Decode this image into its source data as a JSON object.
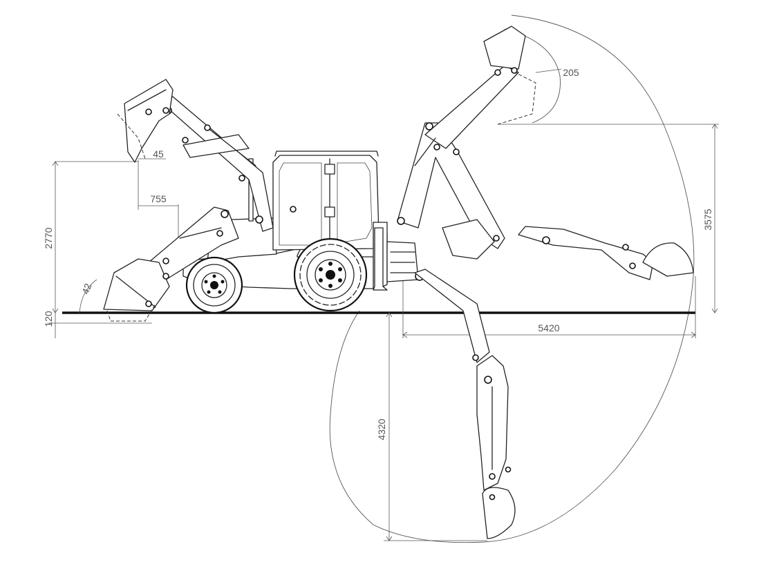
{
  "dimensions": {
    "loader_dump_height": "2770",
    "loader_dump_reach": "755",
    "loader_dump_angle": "45",
    "loader_rollback_angle": "42",
    "dig_depth_below_ground": "120",
    "backhoe_bucket_rotation": "205",
    "backhoe_loading_height": "3575",
    "backhoe_reach_from_pivot": "5420",
    "backhoe_digging_depth": "4320"
  },
  "colors": {
    "line": "#222222",
    "dimension": "#555555",
    "ground": "#111111",
    "background": "#ffffff"
  }
}
